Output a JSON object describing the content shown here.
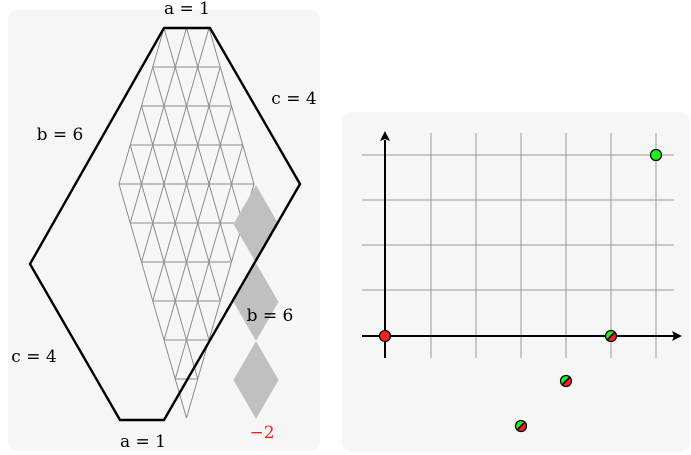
{
  "hexagon": {
    "labels": {
      "a_top": "a = 1",
      "b_left": "b = 6",
      "c_right": "c = 4",
      "c_left": "c = 4",
      "b_right": "b = 6",
      "a_bottom": "a = 1",
      "neg": "−2"
    },
    "colors": {
      "edge": "#000000",
      "grid": "#8c8c8c",
      "rhombus": "#c0c0c0",
      "neg": "#ff1a1a"
    }
  },
  "lattice": {
    "colors": {
      "grid": "#999999",
      "axis": "#000000",
      "point_red": "#ff1f1f",
      "point_green": "#22ee22"
    },
    "points": [
      {
        "name": "origin",
        "style": "red"
      },
      {
        "name": "x-axis-point",
        "style": "split"
      },
      {
        "name": "below-point-1",
        "style": "split"
      },
      {
        "name": "below-point-2",
        "style": "split"
      },
      {
        "name": "top-right-point",
        "style": "green"
      }
    ]
  }
}
